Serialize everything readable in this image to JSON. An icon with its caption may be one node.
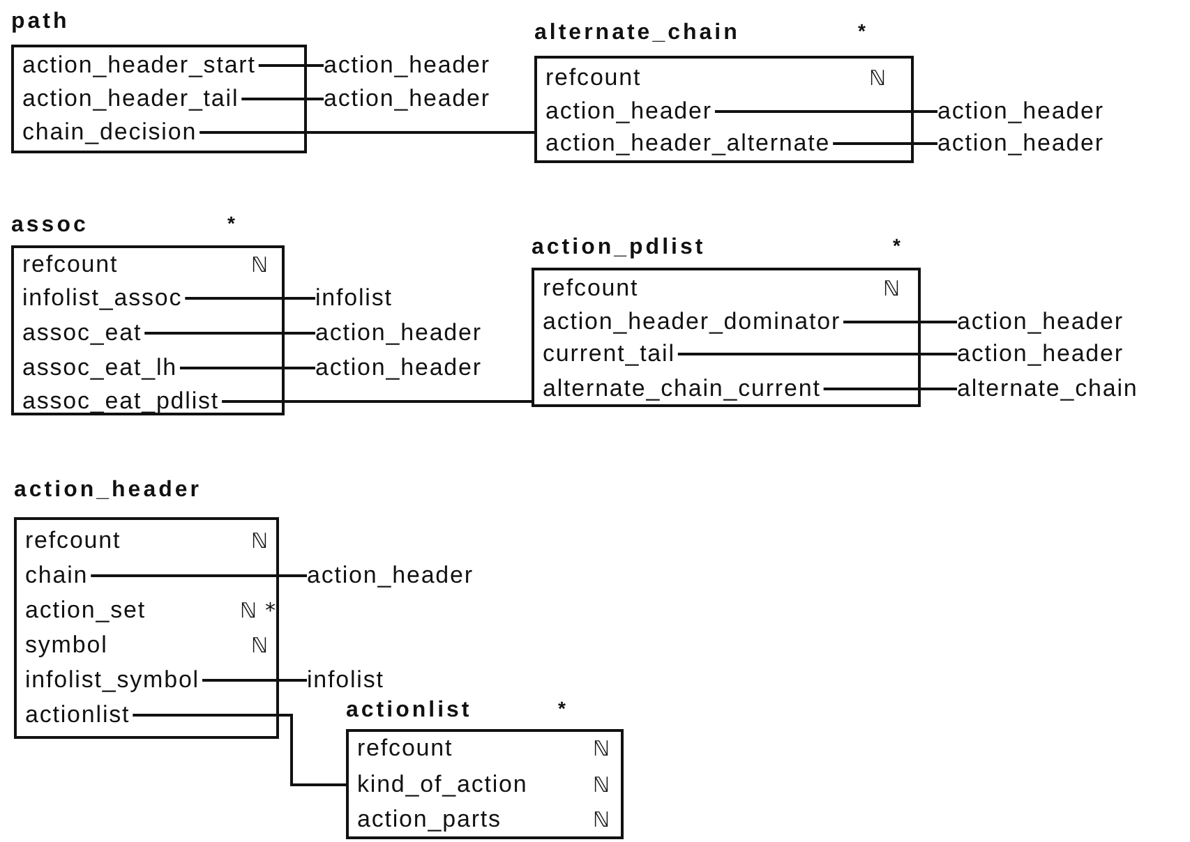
{
  "diagram": {
    "nodes": [
      {
        "text": [
          "path"
        ]
      },
      {
        "text": [
          "action_header_start"
        ],
        "in": 0
      },
      {
        "text": [
          "action_header_tail"
        ],
        "in": 0
      },
      {
        "text": [
          "chain_decision"
        ],
        "in": 0
      },
      {
        "text": [
          "action_header"
        ]
      },
      {
        "text": [
          "action_header"
        ]
      },
      {
        "text": [
          "alternate_chain"
        ],
        "beside": [
          "*"
        ]
      },
      {
        "text": [
          "refcount"
        ],
        "in": 6,
        "beside": [
          "ℕ"
        ]
      },
      {
        "text": [
          "action_header"
        ],
        "in": 6
      },
      {
        "text": [
          "action_header_alternate"
        ],
        "in": 6
      },
      {
        "text": [
          "action_header"
        ]
      },
      {
        "text": [
          "action_header"
        ]
      },
      {
        "text": [
          "assoc"
        ],
        "beside": [
          "*"
        ]
      },
      {
        "text": [
          "refcount"
        ],
        "in": 12,
        "beside": [
          "ℕ"
        ]
      },
      {
        "text": [
          "infolist_assoc"
        ],
        "in": 12
      },
      {
        "text": [
          "assoc_eat"
        ],
        "in": 12
      },
      {
        "text": [
          "assoc_eat_lh"
        ],
        "in": 12
      },
      {
        "text": [
          "assoc_eat_pdlist"
        ],
        "in": 12
      },
      {
        "text": [
          "infolist"
        ]
      },
      {
        "text": [
          "action_header"
        ]
      },
      {
        "text": [
          "action_header"
        ]
      },
      {
        "text": [
          "action_pdlist"
        ],
        "beside": [
          "*"
        ]
      },
      {
        "text": [
          "refcount"
        ],
        "in": 21,
        "beside": [
          "ℕ"
        ]
      },
      {
        "text": [
          "action_header_dominator"
        ],
        "in": 21
      },
      {
        "text": [
          "current_tail"
        ],
        "in": 21
      },
      {
        "text": [
          "alternate_chain_current"
        ],
        "in": 21
      },
      {
        "text": [
          "action_header"
        ]
      },
      {
        "text": [
          "action_header"
        ]
      },
      {
        "text": [
          "alternate_chain"
        ]
      },
      {
        "text": [
          "action_header"
        ]
      },
      {
        "text": [
          "refcount"
        ],
        "in": 29,
        "beside": [
          "ℕ"
        ]
      },
      {
        "text": [
          "chain"
        ],
        "in": 29
      },
      {
        "text": [
          "action_set"
        ],
        "in": 29,
        "beside": [
          "ℕ",
          "*"
        ]
      },
      {
        "text": [
          "symbol"
        ],
        "in": 29,
        "beside": [
          "ℕ"
        ]
      },
      {
        "text": [
          "infolist_symbol"
        ],
        "in": 29
      },
      {
        "text": [
          "actionlist"
        ],
        "in": 29
      },
      {
        "text": [
          "action_header"
        ]
      },
      {
        "text": [
          "infolist"
        ]
      },
      {
        "text": [
          "actionlist"
        ],
        "beside": [
          "*"
        ]
      },
      {
        "text": [
          "refcount"
        ],
        "in": 38,
        "beside": [
          "ℕ"
        ]
      },
      {
        "text": [
          "kind_of_action"
        ],
        "in": 38,
        "beside": [
          "ℕ"
        ]
      },
      {
        "text": [
          "action_parts"
        ],
        "in": 38,
        "beside": [
          "ℕ"
        ]
      }
    ],
    "edges": [
      {
        "from": 1,
        "to": 4,
        "arrow": "none"
      },
      {
        "from": 2,
        "to": 5,
        "arrow": "none"
      },
      {
        "from": 3,
        "to": 6,
        "arrow": "none"
      },
      {
        "from": 8,
        "to": 10,
        "arrow": "none"
      },
      {
        "from": 9,
        "to": 11,
        "arrow": "none"
      },
      {
        "from": 14,
        "to": 18,
        "arrow": "none"
      },
      {
        "from": 15,
        "to": 19,
        "arrow": "none"
      },
      {
        "from": 16,
        "to": 20,
        "arrow": "none"
      },
      {
        "from": 17,
        "to": 21,
        "arrow": "none"
      },
      {
        "from": 23,
        "to": 26,
        "arrow": "none"
      },
      {
        "from": 24,
        "to": 27,
        "arrow": "none"
      },
      {
        "from": 25,
        "to": 28,
        "arrow": "none"
      },
      {
        "from": 31,
        "to": 36,
        "arrow": "none"
      },
      {
        "from": 34,
        "to": 37,
        "arrow": "none"
      },
      {
        "from": 35,
        "to": 38,
        "arrow": "none"
      }
    ]
  }
}
